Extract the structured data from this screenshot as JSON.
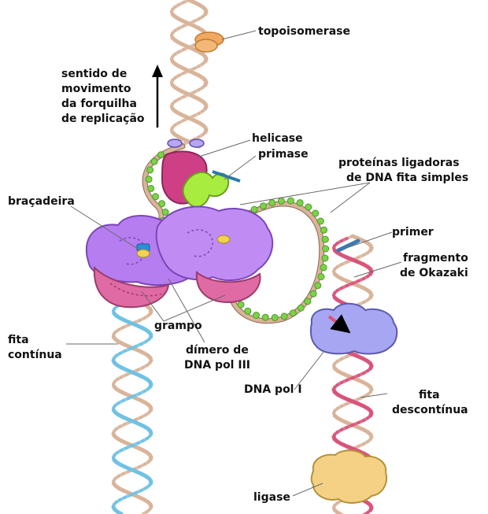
{
  "labels": {
    "topoisomerase": "topoisomerase",
    "direction": [
      "sentido de",
      "movimento",
      "da forquilha",
      "de replicação"
    ],
    "helicase": "helicase",
    "primase": "primase",
    "ssb": [
      "proteínas ligadoras",
      "de DNA fita simples"
    ],
    "bracadeira": "braçadeira",
    "primer": "primer",
    "okazaki": [
      "fragmento",
      "de Okazaki"
    ],
    "grampo": "grampo",
    "fita_continua": [
      "fita",
      "contínua"
    ],
    "dimero": [
      "dímero de",
      "DNA pol III"
    ],
    "dna_pol_i": "DNA pol I",
    "fita_descontinua": [
      "fita",
      "descontínua"
    ],
    "ligase": "ligase"
  },
  "colors": {
    "parental_strand": "#d9b49a",
    "continuous_new_strand": "#6fc2e4",
    "lagging_new_strand": "#d9547a",
    "primer": "#3a7ab0",
    "topoisomerase": "#f0a95e",
    "helicase": "#cf3f86",
    "primase": "#a9ec40",
    "pol_iii": "#b57df0",
    "clamp": "#e06aa4",
    "pol_i": "#a7a6f2",
    "ligase": "#f4d184",
    "ssb_protein": "#7dd24a"
  },
  "icons": [
    "arrow-up-icon"
  ]
}
